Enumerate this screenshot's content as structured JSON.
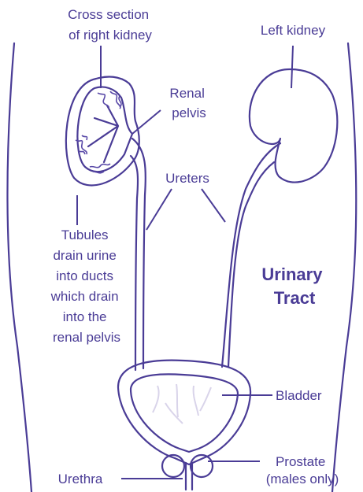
{
  "title": [
    "Urinary",
    "Tract"
  ],
  "labels": {
    "cross_section": [
      "Cross section",
      "of right kidney"
    ],
    "left_kidney": "Left kidney",
    "renal_pelvis": [
      "Renal",
      "pelvis"
    ],
    "ureters": "Ureters",
    "tubules": [
      "Tubules",
      "drain urine",
      "into ducts",
      "which drain",
      "into the",
      "renal pelvis"
    ],
    "bladder": "Bladder",
    "prostate": [
      "Prostate",
      "(males only)"
    ],
    "urethra": "Urethra"
  },
  "colors": {
    "ink": "#4a3c96",
    "fill_light": "#e8e4f3",
    "bladder_wall": "#c7c0e2",
    "prostate": "#c9c9c9",
    "tubules": "#5a4aa8"
  }
}
